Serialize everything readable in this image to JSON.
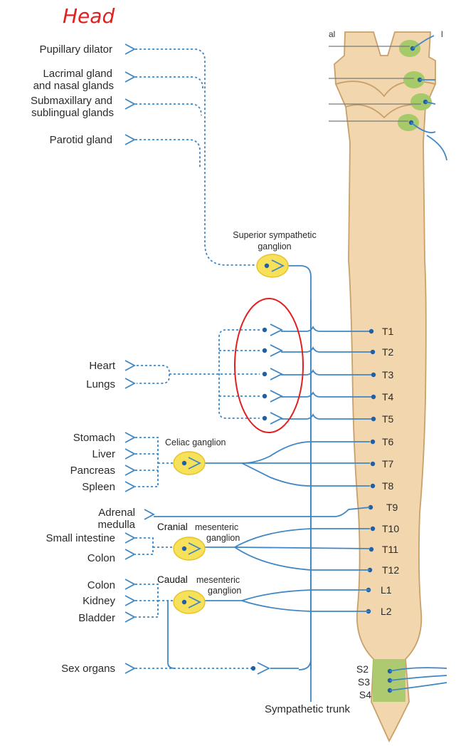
{
  "annotations": {
    "handwritten_title": "Head",
    "cranial": "Cranial",
    "caudal": "Caudal"
  },
  "head_targets": [
    "Pupillary dilator",
    "Lacrimal gland",
    "and nasal glands",
    "Submaxillary and",
    "sublingual glands",
    "Parotid gland"
  ],
  "ganglia": {
    "superior_1": "Superior sympathetic",
    "superior_2": "ganglion",
    "celiac": "Celiac ganglion",
    "cranial_mesenteric": "mesenteric",
    "cranial_mesenteric_2": "ganglion",
    "caudal_mesenteric": "mesenteric",
    "caudal_mesenteric_2": "ganglion"
  },
  "organs": {
    "heart": "Heart",
    "lungs": "Lungs",
    "stomach": "Stomach",
    "liver": "Liver",
    "pancreas": "Pancreas",
    "spleen": "Spleen",
    "adrenal_1": "Adrenal",
    "adrenal_2": "medulla",
    "small_intestine": "Small intestine",
    "colon_1": "Colon",
    "colon_2": "Colon",
    "kidney": "Kidney",
    "bladder": "Bladder",
    "sex_organs": "Sex organs"
  },
  "segments": [
    "T1",
    "T2",
    "T3",
    "T4",
    "T5",
    "T6",
    "T7",
    "T8",
    "T9",
    "T10",
    "T11",
    "T12",
    "L1",
    "L2"
  ],
  "sacral": [
    "S2",
    "S3",
    "S4"
  ],
  "trunk_label": "Sympathetic trunk",
  "colors": {
    "nerve": "#3f87c4",
    "ganglion_fill": "#f7e15a",
    "cord": "#f2d6ad",
    "cord_edge": "#c9a06a",
    "nucleus": "#a6c96a",
    "annotation": "#e02020"
  }
}
